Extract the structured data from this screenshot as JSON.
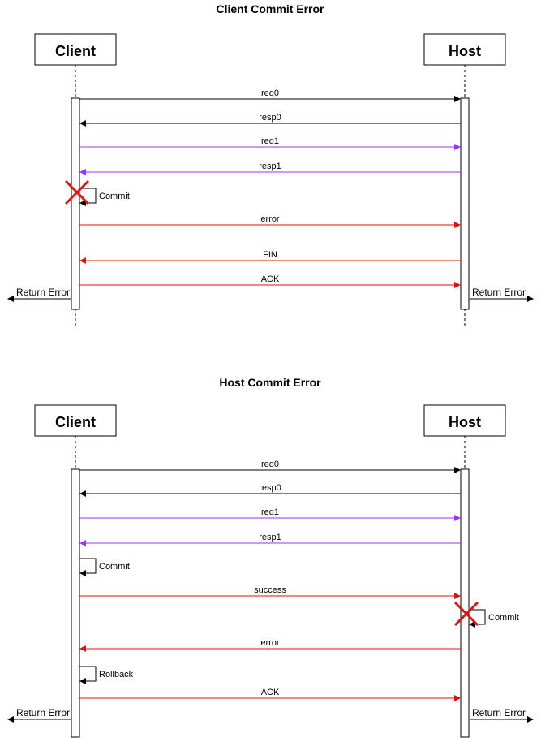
{
  "colors": {
    "black": "#000000",
    "purple": "#9933ff",
    "red": "#e01010",
    "fail_mark": "#d11a1a"
  },
  "diagrams": [
    {
      "title": "Client Commit Error",
      "actors": {
        "client": "Client",
        "host": "Host"
      },
      "messages": [
        {
          "label": "req0",
          "from": "client",
          "to": "host",
          "color": "black"
        },
        {
          "label": "resp0",
          "from": "host",
          "to": "client",
          "color": "black"
        },
        {
          "label": "req1",
          "from": "client",
          "to": "host",
          "color": "purple"
        },
        {
          "label": "resp1",
          "from": "host",
          "to": "client",
          "color": "purple"
        },
        {
          "label": "Commit",
          "self": "client",
          "failed": true
        },
        {
          "label": "error",
          "from": "client",
          "to": "host",
          "color": "red"
        },
        {
          "label": "FIN",
          "from": "host",
          "to": "client",
          "color": "red"
        },
        {
          "label": "ACK",
          "from": "client",
          "to": "host",
          "color": "red"
        }
      ],
      "returns": {
        "client": "Return Error",
        "host": "Return Error"
      }
    },
    {
      "title": "Host Commit Error",
      "actors": {
        "client": "Client",
        "host": "Host"
      },
      "messages": [
        {
          "label": "req0",
          "from": "client",
          "to": "host",
          "color": "black"
        },
        {
          "label": "resp0",
          "from": "host",
          "to": "client",
          "color": "black"
        },
        {
          "label": "req1",
          "from": "client",
          "to": "host",
          "color": "purple"
        },
        {
          "label": "resp1",
          "from": "host",
          "to": "client",
          "color": "purple"
        },
        {
          "label": "Commit",
          "self": "client",
          "failed": false
        },
        {
          "label": "success",
          "from": "client",
          "to": "host",
          "color": "red"
        },
        {
          "label": "Commit",
          "self": "host",
          "failed": true
        },
        {
          "label": "error",
          "from": "host",
          "to": "client",
          "color": "red"
        },
        {
          "label": "Rollback",
          "self": "client",
          "failed": false
        },
        {
          "label": "ACK",
          "from": "client",
          "to": "host",
          "color": "red"
        }
      ],
      "returns": {
        "client": "Return Error",
        "host": "Return Error"
      }
    }
  ]
}
